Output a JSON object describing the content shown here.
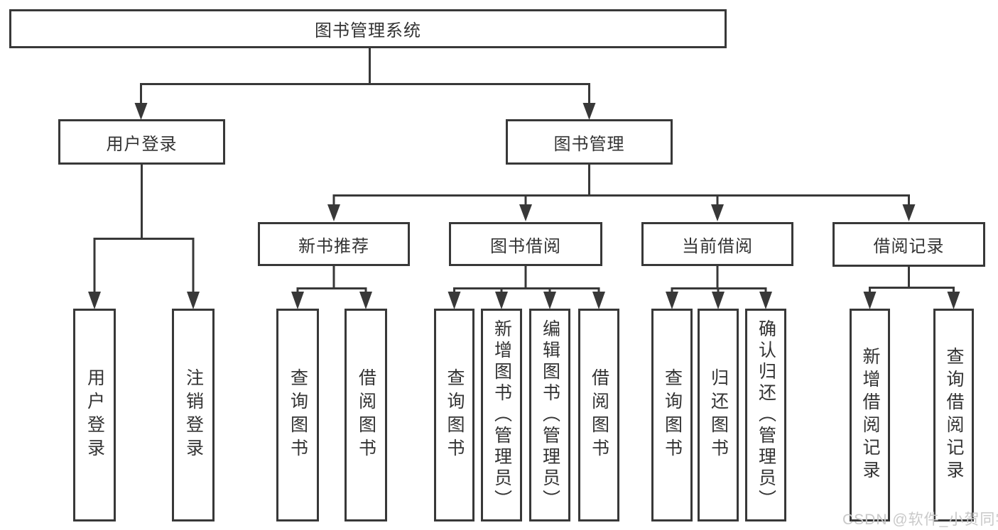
{
  "diagram": {
    "root": {
      "label": "图书管理系统"
    },
    "branches": [
      {
        "label": "用户登录",
        "children": [
          {
            "label": "用户登录"
          },
          {
            "label": "注销登录"
          }
        ]
      },
      {
        "label": "图书管理",
        "groups": [
          {
            "label": "新书推荐",
            "children": [
              {
                "label": "查询图书"
              },
              {
                "label": "借阅图书"
              }
            ]
          },
          {
            "label": "图书借阅",
            "children": [
              {
                "label": "查询图书"
              },
              {
                "label": "新增图书（管理员）"
              },
              {
                "label": "编辑图书（管理员）"
              },
              {
                "label": "借阅图书"
              }
            ]
          },
          {
            "label": "当前借阅",
            "children": [
              {
                "label": "查询图书"
              },
              {
                "label": "归还图书"
              },
              {
                "label": "确认归还（管理员）"
              }
            ]
          },
          {
            "label": "借阅记录",
            "children": [
              {
                "label": "新增借阅记录"
              },
              {
                "label": "查询借阅记录"
              }
            ]
          }
        ]
      }
    ]
  },
  "watermark": {
    "text": "CSDN @软件_小贺同学"
  },
  "colors": {
    "line": "#383838",
    "text": "#333333",
    "watermark": "#c9c9c9"
  }
}
